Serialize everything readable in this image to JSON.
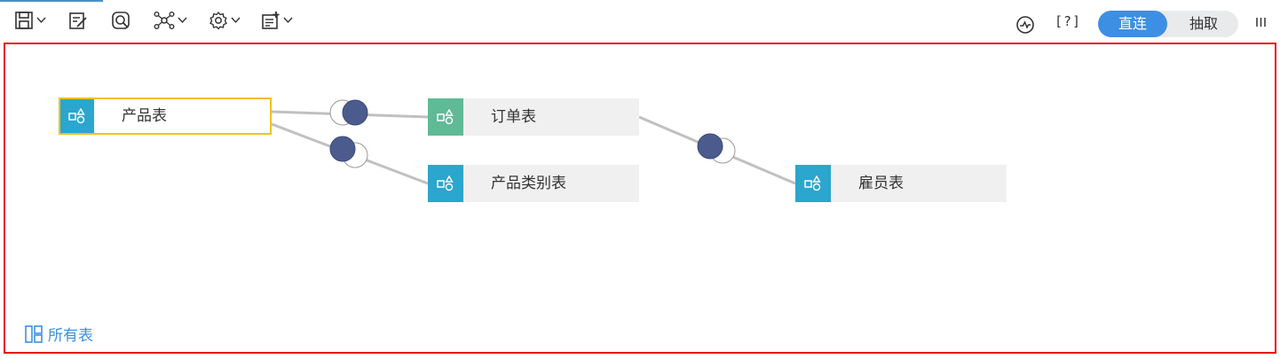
{
  "toolbar": {
    "buttons": [
      {
        "name": "save-button",
        "icon": "save-icon",
        "has_dropdown": true
      },
      {
        "name": "edit-button",
        "icon": "edit-icon",
        "has_dropdown": false
      },
      {
        "name": "preview-button",
        "icon": "preview-icon",
        "has_dropdown": false
      },
      {
        "name": "relation-button",
        "icon": "network-icon",
        "has_dropdown": true
      },
      {
        "name": "settings-button",
        "icon": "gear-icon",
        "has_dropdown": true
      },
      {
        "name": "add-table-button",
        "icon": "add-table-icon",
        "has_dropdown": true
      }
    ],
    "help_text": "[?]",
    "mode_toggle": {
      "active": "直连",
      "inactive": "抽取"
    }
  },
  "canvas": {
    "nodes": [
      {
        "label": "产品表",
        "icon": "table-shapes-icon",
        "color": "#2aa6cf",
        "selected": true
      },
      {
        "label": "订单表",
        "icon": "table-shapes-icon",
        "color": "#5fba96",
        "selected": false
      },
      {
        "label": "产品类别表",
        "icon": "table-shapes-icon",
        "color": "#2aa6cf",
        "selected": false
      },
      {
        "label": "雇员表",
        "icon": "table-shapes-icon",
        "color": "#2aa6cf",
        "selected": false
      }
    ],
    "join_color": "#4b5b8d",
    "footer_link": "所有表"
  },
  "colors": {
    "accent": "#3d8fe3",
    "selection": "#f2c01a",
    "frame": "#e5100f"
  }
}
